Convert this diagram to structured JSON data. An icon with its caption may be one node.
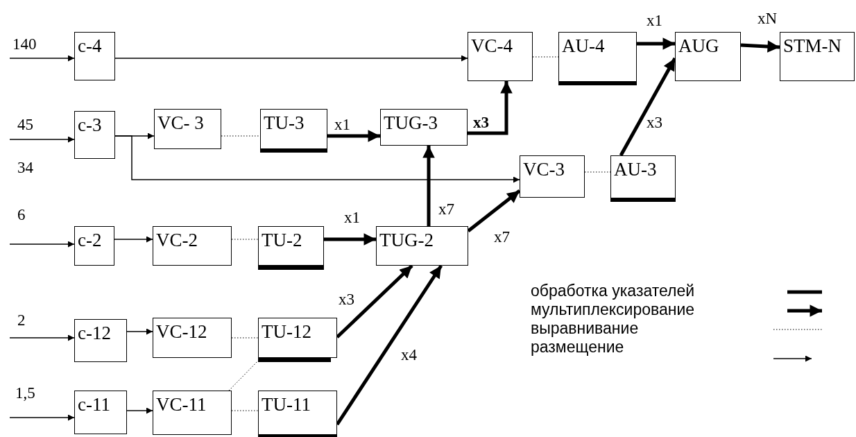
{
  "diagram": {
    "nodes": [
      {
        "text": [
          "c-4"
        ]
      },
      {
        "text": [
          "VC-4"
        ]
      },
      {
        "text": [
          "AU-4"
        ]
      },
      {
        "text": [
          "AUG"
        ]
      },
      {
        "text": [
          "STM-N"
        ]
      },
      {
        "text": [
          "c-3"
        ]
      },
      {
        "text": [
          "VC- 3"
        ]
      },
      {
        "text": [
          "TU-3"
        ]
      },
      {
        "text": [
          "TUG-3"
        ]
      },
      {
        "text": [
          "VC-3"
        ]
      },
      {
        "text": [
          "AU-3"
        ]
      },
      {
        "text": [
          "c-2"
        ]
      },
      {
        "text": [
          "VC-2"
        ]
      },
      {
        "text": [
          "TU-2"
        ]
      },
      {
        "text": [
          "TUG-2"
        ]
      },
      {
        "text": [
          "c-12"
        ]
      },
      {
        "text": [
          "VC-12"
        ]
      },
      {
        "text": [
          "TU-12"
        ]
      },
      {
        "text": [
          "c-11"
        ]
      },
      {
        "text": [
          "VC-11"
        ]
      },
      {
        "text": [
          "TU-11"
        ]
      }
    ],
    "edges": [
      {
        "from": null,
        "to": 0,
        "arrow": "to"
      },
      {
        "from": null,
        "to": 5,
        "arrow": "to"
      },
      {
        "from": null,
        "to": 11,
        "arrow": "to"
      },
      {
        "from": null,
        "to": 15,
        "arrow": "to"
      },
      {
        "from": null,
        "to": 18,
        "arrow": "to"
      },
      {
        "from": 0,
        "to": 1,
        "arrow": "to"
      },
      {
        "from": 5,
        "to": 6,
        "arrow": "to"
      },
      {
        "from": 5,
        "to": 9,
        "arrow": "to"
      },
      {
        "from": 6,
        "to": 7,
        "arrow": "none",
        "style": "dashed"
      },
      {
        "from": 7,
        "to": 8,
        "arrow": "to",
        "style": "thick",
        "label": "x1"
      },
      {
        "from": 8,
        "to": 1,
        "arrow": "to",
        "style": "thick",
        "label": "x3"
      },
      {
        "from": 1,
        "to": 2,
        "arrow": "none",
        "style": "dashed"
      },
      {
        "from": 2,
        "to": 3,
        "arrow": "to",
        "style": "thick",
        "label": "x1"
      },
      {
        "from": 3,
        "to": 4,
        "arrow": "to",
        "style": "thick",
        "label": "xN"
      },
      {
        "from": 9,
        "to": 10,
        "arrow": "none",
        "style": "dashed"
      },
      {
        "from": 10,
        "to": 3,
        "arrow": "to",
        "style": "thick",
        "label": "x3"
      },
      {
        "from": 11,
        "to": 12,
        "arrow": "to"
      },
      {
        "from": 12,
        "to": 13,
        "arrow": "none",
        "style": "dashed"
      },
      {
        "from": 13,
        "to": 14,
        "arrow": "to",
        "style": "thick",
        "label": "x1"
      },
      {
        "from": 14,
        "to": 8,
        "arrow": "to",
        "style": "thick",
        "label": "x7"
      },
      {
        "from": 14,
        "to": 9,
        "arrow": "to",
        "style": "thick",
        "label": "x7"
      },
      {
        "from": 15,
        "to": 16,
        "arrow": "to"
      },
      {
        "from": 16,
        "to": 17,
        "arrow": "none",
        "style": "dashed"
      },
      {
        "from": 17,
        "to": 14,
        "arrow": "to",
        "style": "thick",
        "label": "x3"
      },
      {
        "from": 18,
        "to": 19,
        "arrow": "to"
      },
      {
        "from": 19,
        "to": 20,
        "arrow": "none",
        "style": "dashed"
      },
      {
        "from": 20,
        "to": 14,
        "arrow": "to",
        "style": "thick",
        "label": "x4"
      },
      {
        "from": 19,
        "to": 17,
        "arrow": "none",
        "style": "dashed"
      }
    ],
    "labels": [
      "140",
      "45",
      "34",
      "6",
      "2",
      "1,5"
    ],
    "legend": [
      {
        "text": "обработка указателей"
      },
      {
        "text": "мультиплексирование"
      },
      {
        "text": "выравнивание"
      },
      {
        "text": "размещение"
      }
    ]
  }
}
